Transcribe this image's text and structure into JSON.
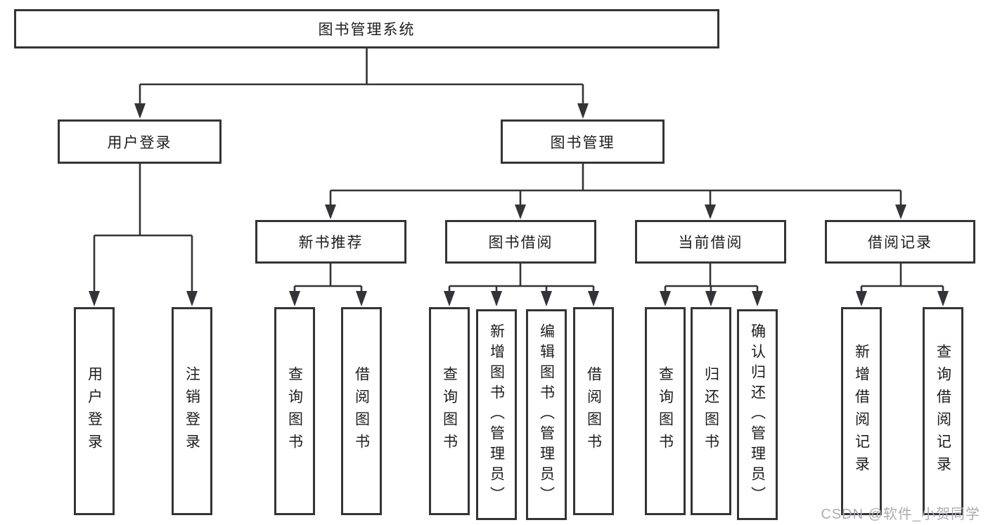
{
  "diagram": {
    "type": "hierarchy-tree",
    "root": {
      "label": "图书管理系统"
    },
    "level2": [
      {
        "label": "用户登录",
        "parent": "图书管理系统"
      },
      {
        "label": "图书管理",
        "parent": "图书管理系统"
      }
    ],
    "level3": [
      {
        "label": "新书推荐",
        "parent": "图书管理"
      },
      {
        "label": "图书借阅",
        "parent": "图书管理"
      },
      {
        "label": "当前借阅",
        "parent": "图书管理"
      },
      {
        "label": "借阅记录",
        "parent": "图书管理"
      }
    ],
    "leaves": [
      {
        "label": "用户登录",
        "parent": "用户登录"
      },
      {
        "label": "注销登录",
        "parent": "用户登录"
      },
      {
        "label": "查询图书",
        "parent": "新书推荐"
      },
      {
        "label": "借阅图书",
        "parent": "新书推荐"
      },
      {
        "label": "查询图书",
        "parent": "图书借阅"
      },
      {
        "label": "新增图书（管理员）",
        "parent": "图书借阅"
      },
      {
        "label": "编辑图书（管理员）",
        "parent": "图书借阅"
      },
      {
        "label": "借阅图书",
        "parent": "图书借阅"
      },
      {
        "label": "查询图书",
        "parent": "当前借阅"
      },
      {
        "label": "归还图书",
        "parent": "当前借阅"
      },
      {
        "label": "确认归还（管理员）",
        "parent": "当前借阅"
      },
      {
        "label": "新增借阅记录",
        "parent": "借阅记录"
      },
      {
        "label": "查询借阅记录",
        "parent": "借阅记录"
      }
    ]
  },
  "watermark": "CSDN @软件_小贺同学",
  "colors": {
    "line": "#333437",
    "border": "#333437",
    "text": "#1d1d1f",
    "watermark": "#a9adb2",
    "background": "#ffffff"
  }
}
